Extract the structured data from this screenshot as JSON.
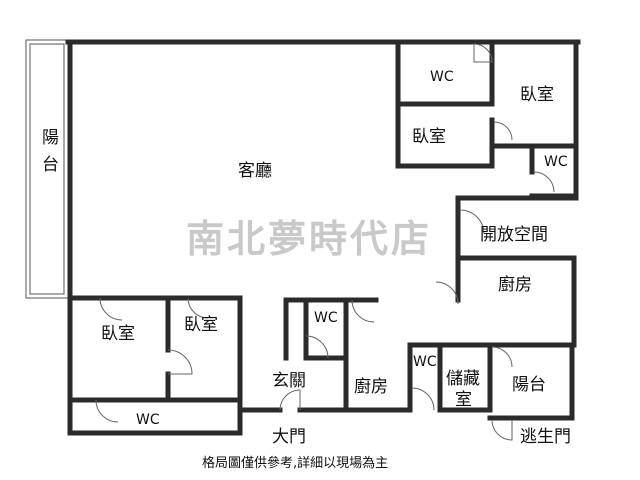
{
  "rooms": {
    "living_room": "客廳",
    "balcony_main_line1": "陽",
    "balcony_main_line2": "台",
    "wc_top": "WC",
    "bedroom_top_right": "臥室",
    "bedroom_top_mid": "臥室",
    "wc_right": "WC",
    "open_space": "開放空間",
    "kitchen_right": "廚房",
    "bedroom_bottom_left": "臥室",
    "bedroom_bottom_mid": "臥室",
    "wc_bottom_left": "WC",
    "wc_center": "WC",
    "foyer": "玄關",
    "kitchen_center": "廚房",
    "wc_small": "WC",
    "storage_line1": "儲藏",
    "storage_line2": "室",
    "balcony_small": "陽台"
  },
  "labels": {
    "main_door": "大門",
    "escape_door": "逃生門"
  },
  "watermark": "南北夢時代店",
  "footer_note": "格局圖僅供參考,詳細以現場為主"
}
